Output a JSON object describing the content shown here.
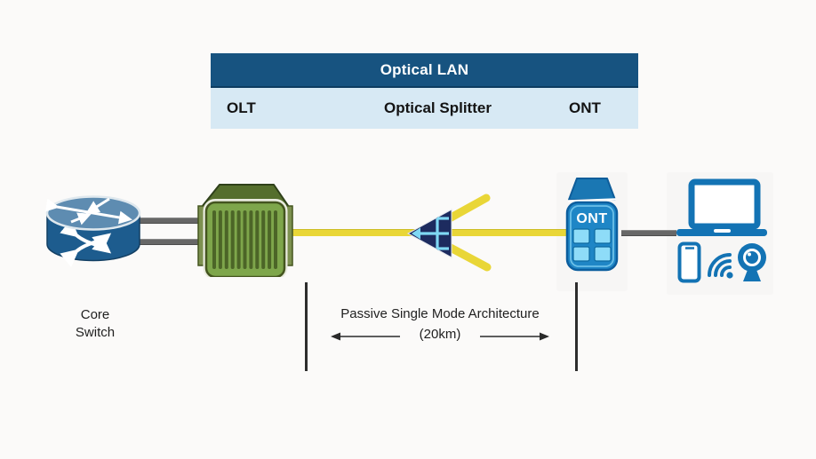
{
  "table": {
    "title": "Optical LAN",
    "columns": [
      "OLT",
      "Optical Splitter",
      "ONT"
    ]
  },
  "core_switch": {
    "label_line1": "Core",
    "label_line2": "Switch"
  },
  "ont": {
    "label": "ONT"
  },
  "annotation": {
    "line1": "Passive Single Mode Architecture",
    "line2": "(20km)"
  },
  "icons": {
    "core_switch": "layer3-core-switch-icon",
    "olt": "olt-chassis-icon",
    "splitter": "optical-splitter-icon",
    "ont": "ont-terminal-icon",
    "end_devices": [
      "laptop-icon",
      "smartphone-icon",
      "wifi-signal-icon",
      "webcam-icon"
    ]
  },
  "colors": {
    "canvas-bg": "#fbfaf9",
    "header-bg": "#175380",
    "header-text": "#ffffff",
    "row-bg": "#d7e9f4",
    "row-text": "#141414",
    "device-blue": "#1373b4",
    "ont-body": "#1f86c6",
    "ont-top": "#1a77b3",
    "ont-square": "#8edcf8",
    "ont-border": "#0c5e9e",
    "olt-front": "#7ea64b",
    "olt-rib": "#4c6527",
    "olt-top": "#556e2d",
    "olt-side": "#7d9150",
    "olt-border": "#44551f",
    "switch-top": "#5e8cb1",
    "switch-body": "#1d5c8e",
    "fiber-yellow": "#e9d637",
    "cable-gray": "#676767",
    "splitter-navy": "#1d2b5f",
    "splitter-glyph": "#7fd8f4",
    "text-dark": "#1f1f1f",
    "bar-dark": "#2d2d2d"
  }
}
